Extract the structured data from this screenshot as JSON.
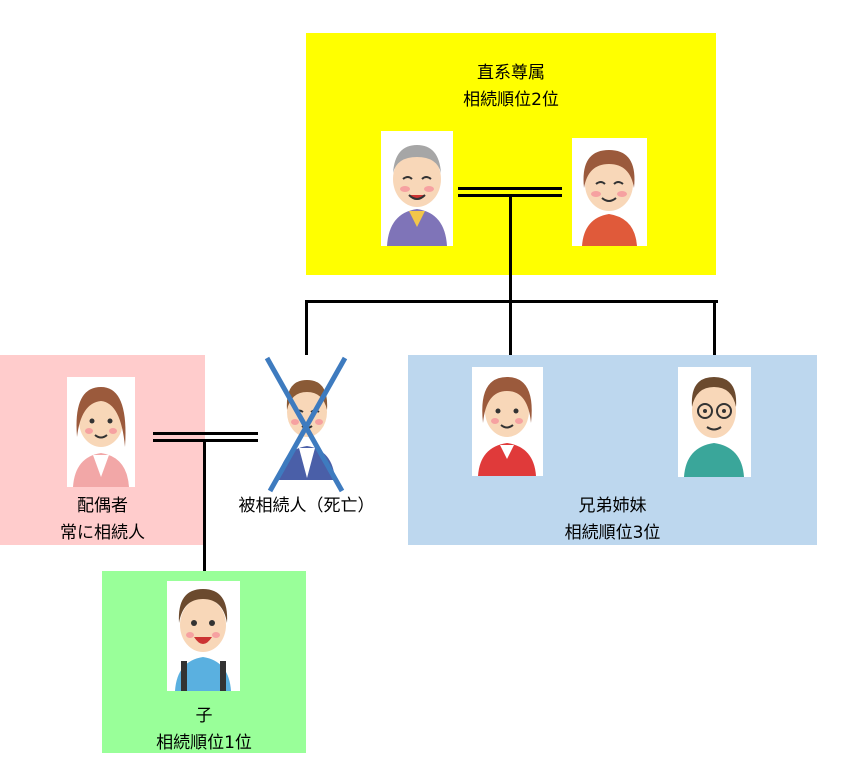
{
  "colors": {
    "ascendants": "#ffff00",
    "spouse": "#ffcccc",
    "siblings": "#bdd7ee",
    "children": "#99ff99",
    "cross": "#3e7bbf"
  },
  "ascendants": {
    "title": "直系尊属",
    "rank": "相続順位2位"
  },
  "spouse": {
    "title": "配偶者",
    "rank": "常に相続人"
  },
  "deceased": {
    "title": "被相続人（死亡）"
  },
  "siblings": {
    "title": "兄弟姉妹",
    "rank": "相続順位3位"
  },
  "children": {
    "title": "子",
    "rank": "相続順位1位"
  }
}
